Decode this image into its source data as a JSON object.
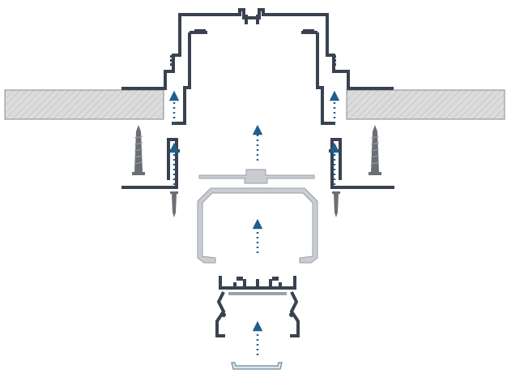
{
  "diagram": {
    "kind": "exploded assembly of recessed aluminium lighting profile",
    "colors": {
      "background": "#ffffff",
      "profile_dark": "#3a4250",
      "profile_light": "#c9ccd0",
      "profile_light_stroke": "#9aa0a6",
      "ceiling_fill": "#d9d9d9",
      "ceiling_stroke": "#8a8a8a",
      "arrow": "#1f5f8b",
      "screw": "#6b6f74",
      "diffuser": "#d8e7f0",
      "diffuser_stroke": "#6f8796"
    },
    "parts": [
      "ceiling-panel-left",
      "ceiling-panel-right",
      "recessed-frame-profile",
      "mounting-clip-left",
      "mounting-clip-right",
      "screw-long-left",
      "screw-long-right",
      "screw-short-left",
      "screw-short-right",
      "gear-tray-profile",
      "led-channel-profile",
      "diffuser-cover"
    ],
    "assembly_direction": "upward",
    "arrow_count": 7
  }
}
